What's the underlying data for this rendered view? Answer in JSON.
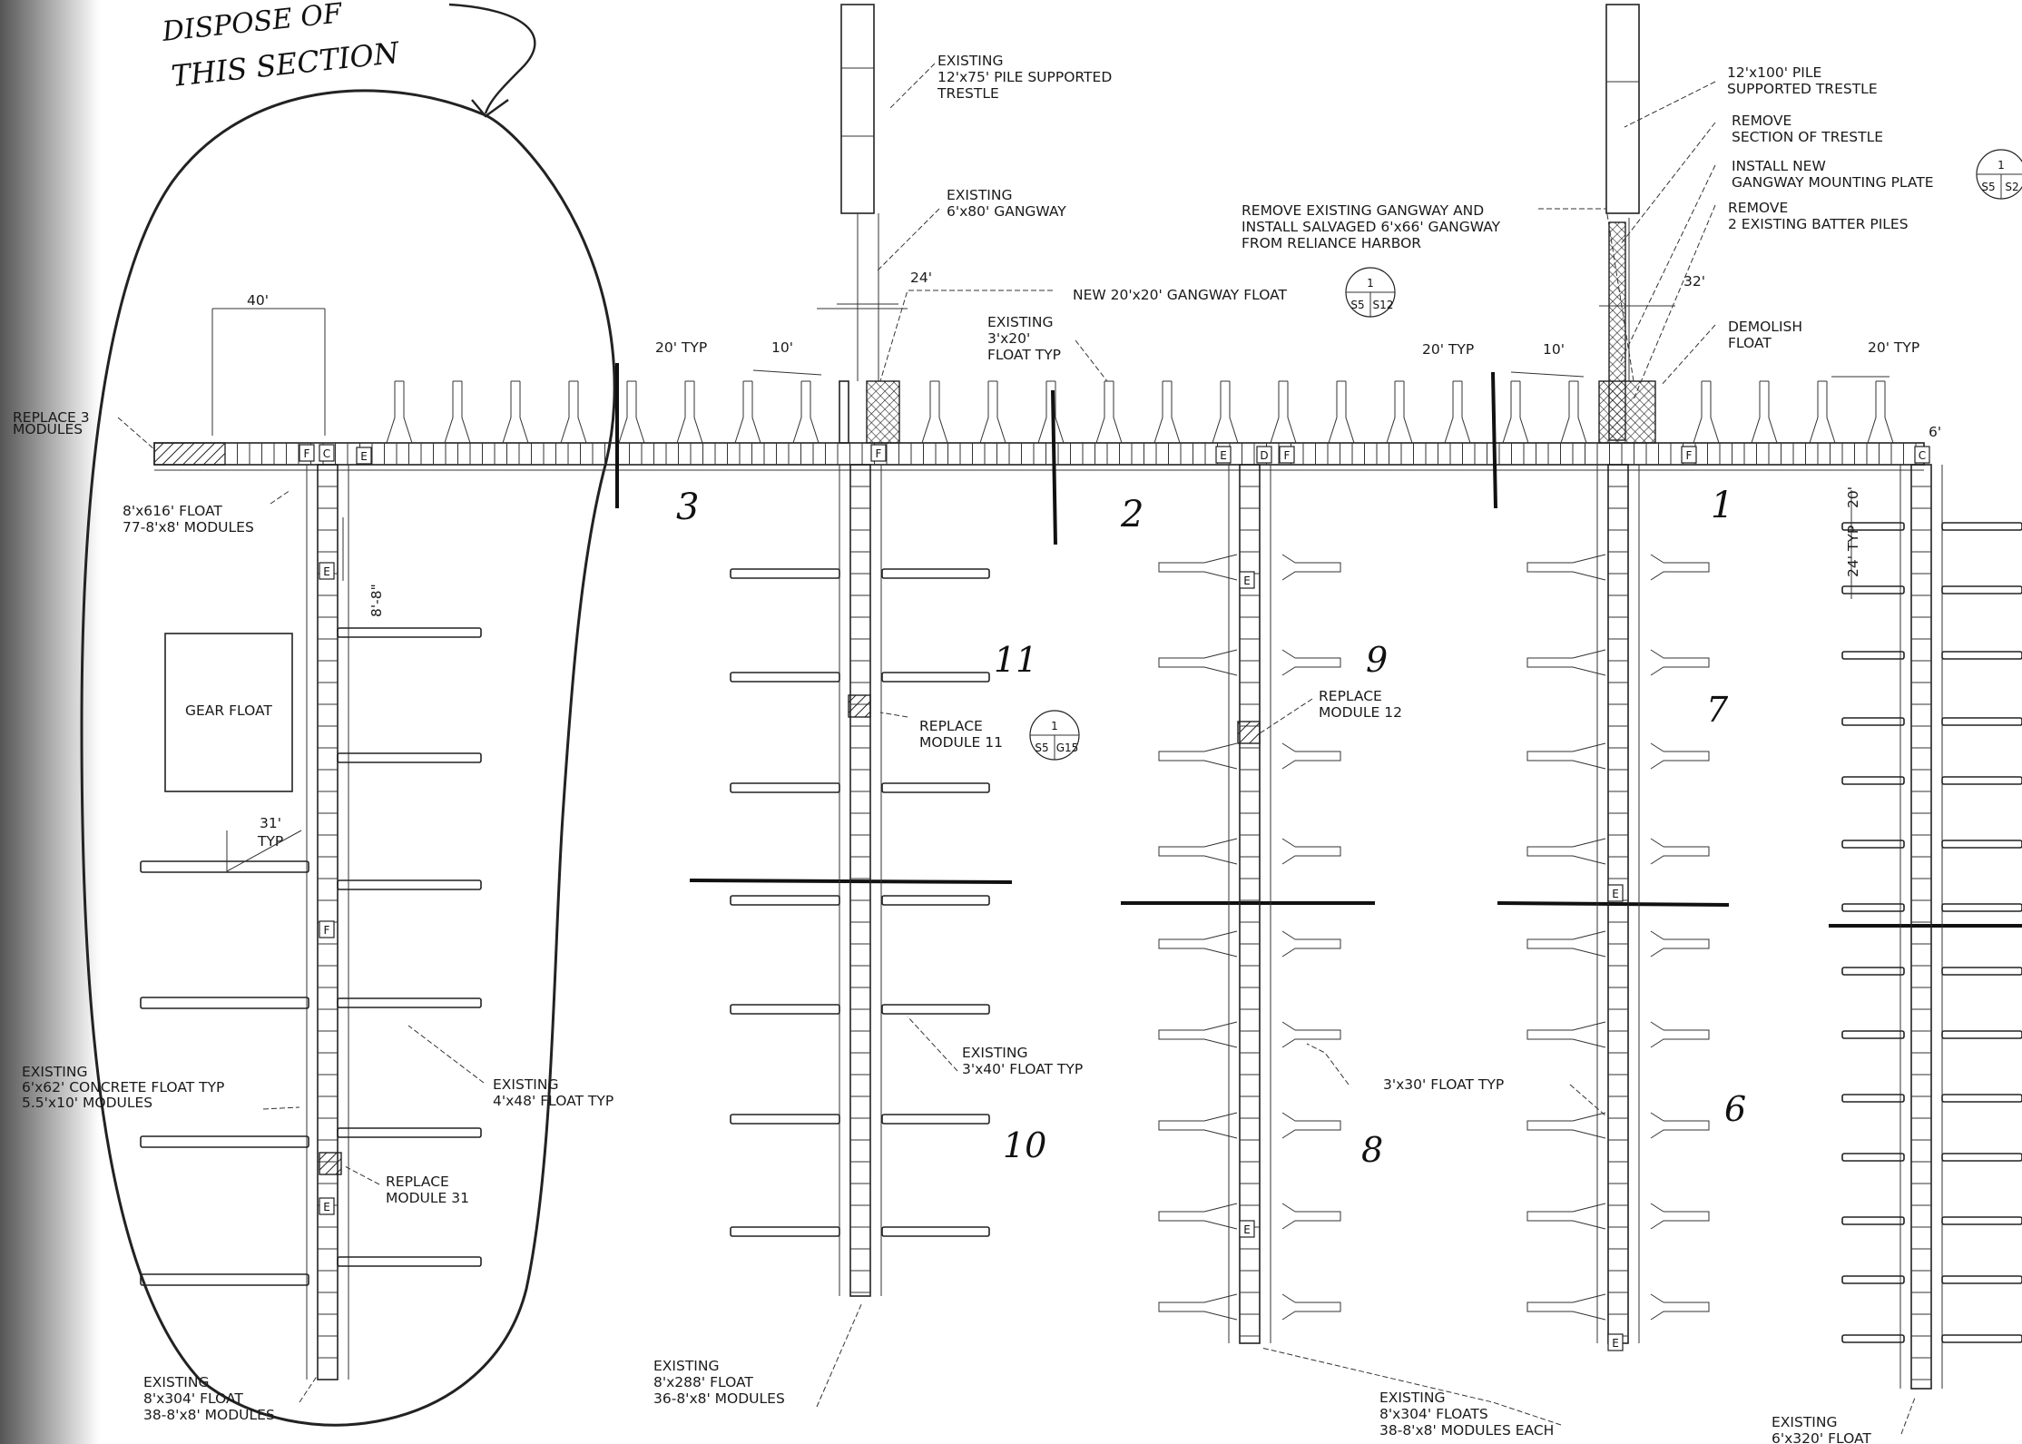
{
  "handwritten_note": {
    "line1": "DISPOSE OF",
    "line2": "THIS SECTION"
  },
  "annotations": {
    "existing_trestle_75": [
      "EXISTING",
      "12'x75' PILE SUPPORTED",
      "TRESTLE"
    ],
    "existing_gangway_80": [
      "EXISTING",
      "6'x80' GANGWAY"
    ],
    "new_gangway_float": "NEW 20'x20' GANGWAY FLOAT",
    "existing_float_3x20": [
      "EXISTING",
      "3'x20'",
      "FLOAT TYP"
    ],
    "remove_gangway": [
      "REMOVE EXISTING GANGWAY AND",
      "INSTALL SALVAGED 6'x66' GANGWAY",
      "FROM RELIANCE HARBOR"
    ],
    "trestle_100": [
      "12'x100' PILE",
      "SUPPORTED TRESTLE"
    ],
    "remove_section": [
      "REMOVE",
      "SECTION OF TRESTLE"
    ],
    "install_plate": [
      "INSTALL NEW",
      "GANGWAY MOUNTING PLATE"
    ],
    "remove_batter": [
      "REMOVE",
      "2 EXISTING BATTER PILES"
    ],
    "demolish_float": [
      "DEMOLISH",
      "FLOAT"
    ],
    "replace_3": [
      "REPLACE 3",
      "MODULES"
    ],
    "float_616": [
      "8'x616' FLOAT",
      "77-8'x8' MODULES"
    ],
    "gear_float": "GEAR FLOAT",
    "replace_11": [
      "REPLACE",
      "MODULE 11"
    ],
    "replace_12": [
      "REPLACE",
      "MODULE 12"
    ],
    "replace_31": [
      "REPLACE",
      "MODULE 31"
    ],
    "existing_concrete": [
      "EXISTING",
      "6'x62' CONCRETE FLOAT TYP",
      "5.5'x10' MODULES"
    ],
    "existing_4x48": [
      "EXISTING",
      "4'x48' FLOAT TYP"
    ],
    "existing_3x40": [
      "EXISTING",
      "3'x40' FLOAT TYP"
    ],
    "float_3x30": "3'x30' FLOAT TYP",
    "float_304_left": [
      "EXISTING",
      "8'x304' FLOAT",
      "38-8'x8' MODULES"
    ],
    "float_288": [
      "EXISTING",
      "8'x288' FLOAT",
      "36-8'x8' MODULES"
    ],
    "floats_304": [
      "EXISTING",
      "8'x304' FLOATS",
      "38-8'x8' MODULES EACH"
    ],
    "float_320": [
      "EXISTING",
      "6'x320' FLOAT"
    ]
  },
  "dimensions": {
    "d40": "40'",
    "d24": "24'",
    "d32": "32'",
    "typ20_a": "20' TYP",
    "d10_a": "10'",
    "typ20_b": "20' TYP",
    "d10_b": "10'",
    "typ20_c": "20' TYP",
    "d8_8": "8'-8\"",
    "d31": "31'",
    "typ": "TYP",
    "d20": "20'",
    "d24typ": "24' TYP",
    "d6": "6'"
  },
  "detail_tags": [
    {
      "num": "1",
      "sheet": "S5",
      "detail": "S12"
    },
    {
      "num": "1",
      "sheet": "S5",
      "detail": "G15"
    },
    {
      "num": "1",
      "sheet": "S5",
      "detail": "S2"
    }
  ],
  "pier_numbers": [
    "3",
    "2",
    "1",
    "11",
    "9",
    "7",
    "10",
    "8",
    "6"
  ],
  "module_letters": [
    "F",
    "C",
    "E",
    "F",
    "E",
    "D",
    "F",
    "F",
    "C",
    "E",
    "F",
    "E",
    "E",
    "E",
    "E",
    "E"
  ],
  "stroke_color": "#222222"
}
